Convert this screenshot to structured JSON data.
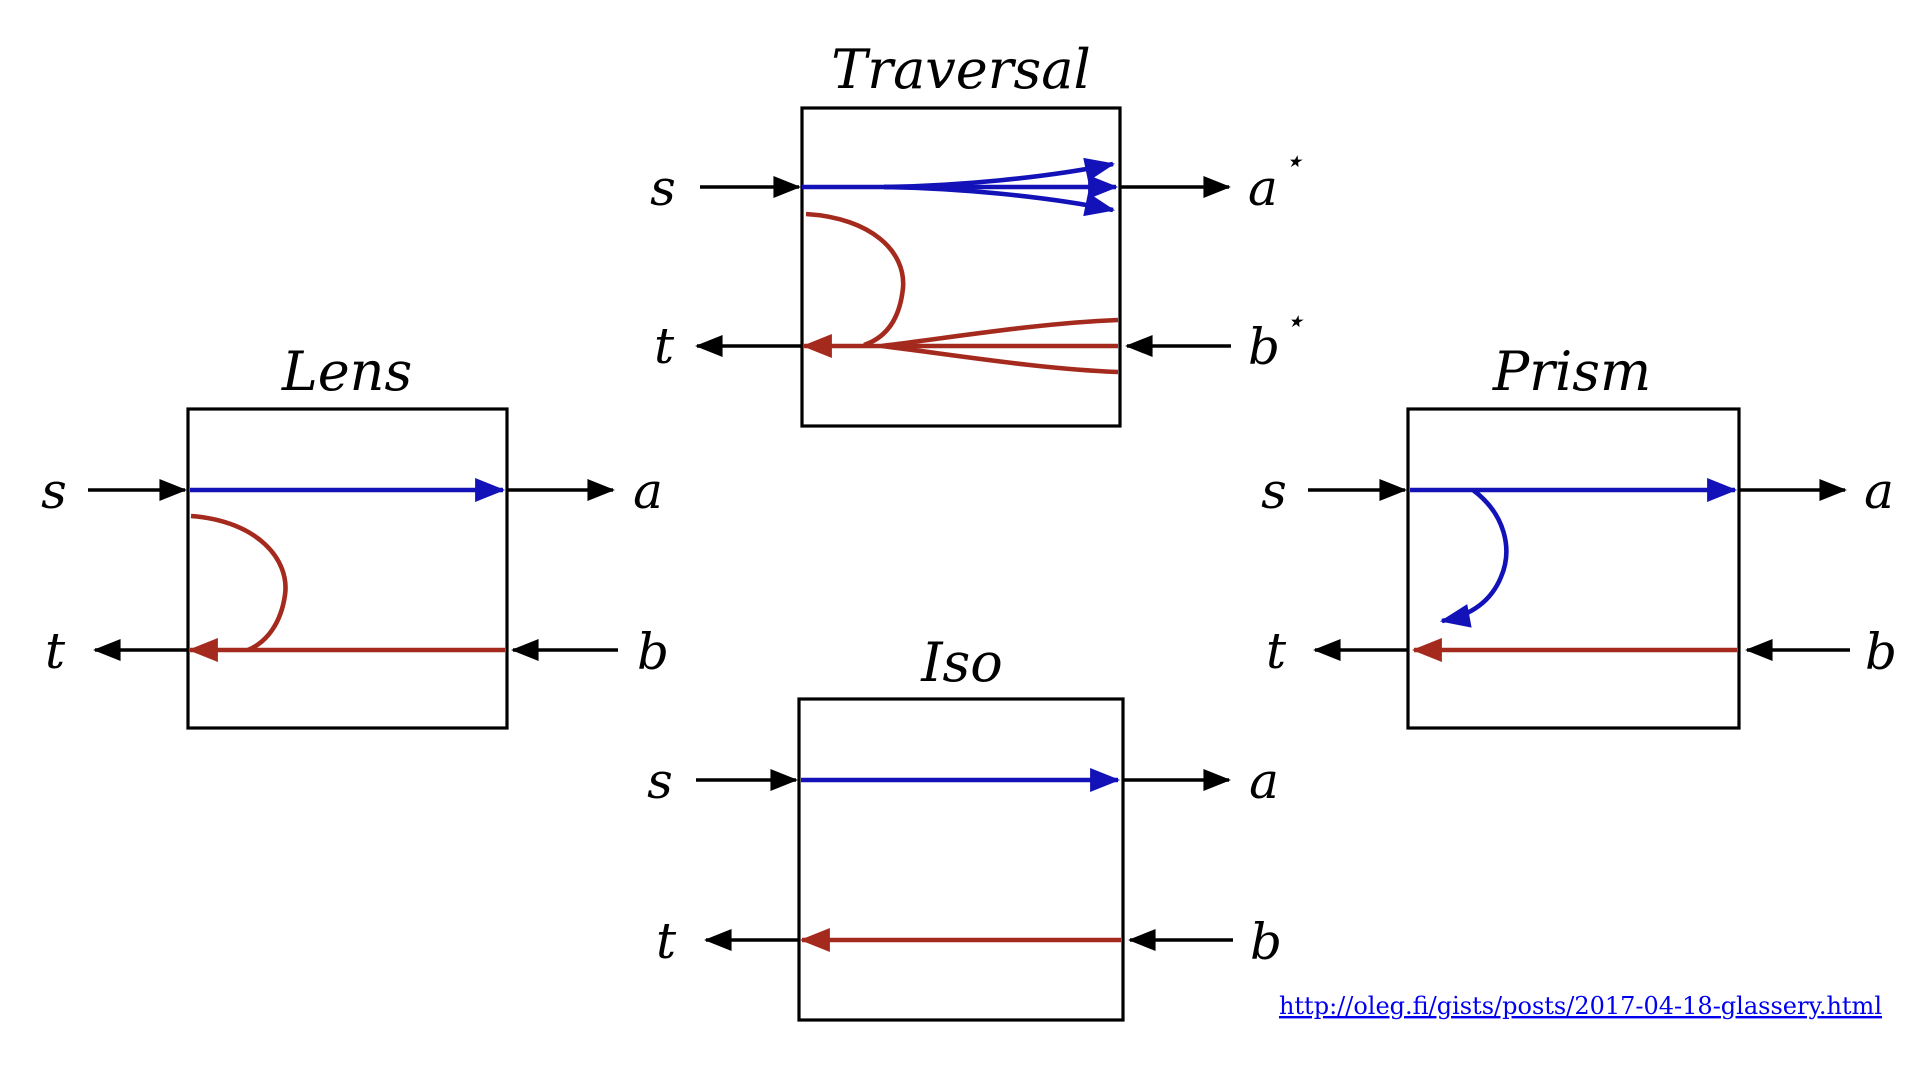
{
  "colors": {
    "background": "#ffffff",
    "stroke_black": "#000000",
    "flow_blue": "#1212b8",
    "flow_red": "#a52a1e",
    "link_blue": "#0000ee"
  },
  "diagrams": {
    "traversal": {
      "title": "Traversal",
      "ports": {
        "source_in": "s",
        "target_out": "t",
        "focus_out_base": "a",
        "focus_out_sup": "⋆",
        "update_in_base": "b",
        "update_in_sup": "⋆"
      }
    },
    "lens": {
      "title": "Lens",
      "ports": {
        "source_in": "s",
        "target_out": "t",
        "focus_out": "a",
        "update_in": "b"
      }
    },
    "iso": {
      "title": "Iso",
      "ports": {
        "source_in": "s",
        "target_out": "t",
        "focus_out": "a",
        "update_in": "b"
      }
    },
    "prism": {
      "title": "Prism",
      "ports": {
        "source_in": "s",
        "target_out": "t",
        "focus_out": "a",
        "update_in": "b"
      }
    }
  },
  "footer": {
    "link_text": "http://oleg.fi/gists/posts/2017-04-18-glassery.html"
  }
}
